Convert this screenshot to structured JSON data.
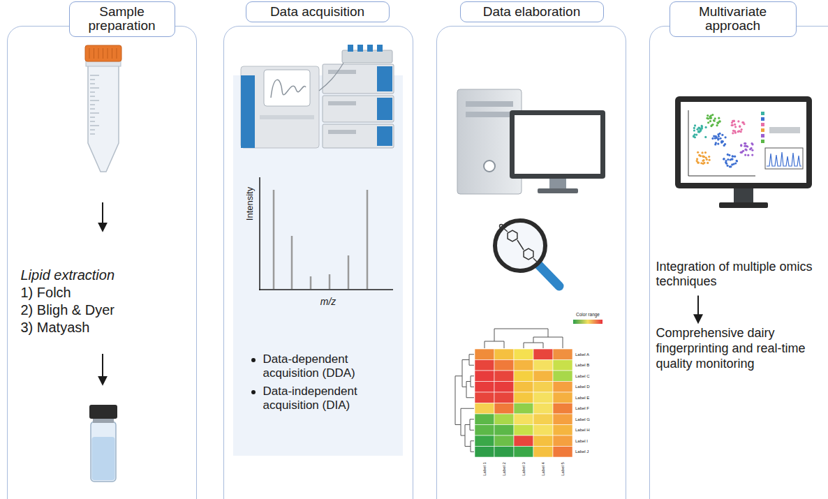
{
  "diagram": {
    "nodes": [
      {
        "text": [
          "Sample preparation",
          "Lipid extraction",
          "1) Folch",
          "2) Bligh & Dyer",
          "3) Matyash"
        ]
      },
      {
        "text": [
          "Data acquisition",
          "Data-dependent acquisition (DDA)",
          "Data-independent acquisition (DIA)"
        ]
      },
      {
        "text": [
          "Data elaboration"
        ]
      },
      {
        "text": [
          "Multivariate approach",
          "Integration of multiple omics techniques",
          "Comprehensive dairy fingerprinting and real-time quality monitoring"
        ]
      }
    ],
    "labels": [
      "Intensity",
      "m/z",
      "Color range",
      "Label A",
      "Label B",
      "Label C",
      "Label D",
      "Label E",
      "Label F",
      "Label G",
      "Label H",
      "Label I",
      "Label J",
      "Label 1",
      "Label 2",
      "Label 3",
      "Label 4",
      "Label 5"
    ]
  }
}
